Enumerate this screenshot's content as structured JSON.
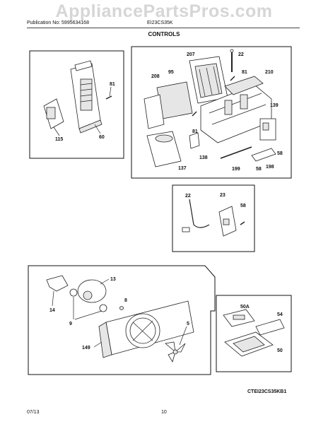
{
  "watermark": "AppliancePartsPros.com",
  "header": {
    "publication": "Publication No: 5995634168",
    "model": "EI23CS35K",
    "title": "CONTROLS"
  },
  "footer": {
    "date": "07/13",
    "page": "10",
    "code": "CTEI23CS35KB1"
  },
  "parts": {
    "p81a": "81",
    "p60": "60",
    "p115": "115",
    "p207": "207",
    "p22a": "22",
    "p208": "208",
    "p95": "95",
    "p81b": "81",
    "p210": "210",
    "p139": "139",
    "p81c": "81",
    "p137": "137",
    "p138": "138",
    "p58a": "58",
    "p199": "199",
    "p58b": "58",
    "p198": "198",
    "p22b": "22",
    "p23": "23",
    "p58c": "58",
    "p13": "13",
    "p14": "14",
    "p8": "8",
    "p9": "9",
    "p5": "5",
    "p149": "149",
    "p50A": "50A",
    "p54": "54",
    "p50": "50"
  }
}
